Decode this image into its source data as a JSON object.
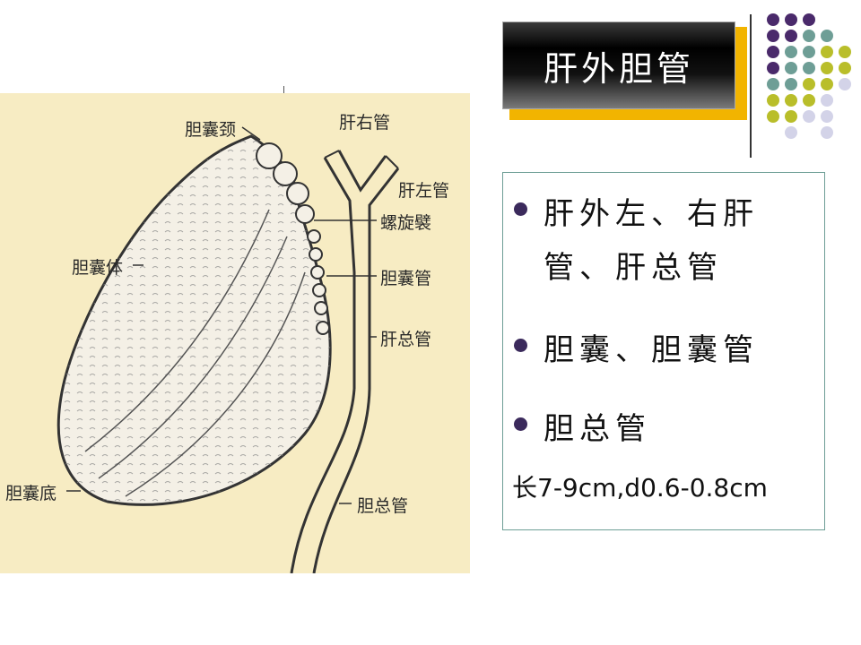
{
  "slide": {
    "title": "肝外胆管",
    "colors": {
      "title_bg": "#000000",
      "title_shadow": "#f2b400",
      "bullet": "#3b2a5c",
      "box_border": "#6e9e96",
      "figure_bg": "#f7ecc3"
    }
  },
  "figure": {
    "labels": {
      "gallbladder_neck": "胆囊颈",
      "right_hepatic_duct": "肝右管",
      "left_hepatic_duct": "肝左管",
      "spiral_fold": "螺旋襞",
      "cystic_duct": "胆囊管",
      "common_hepatic_duct": "肝总管",
      "gallbladder_body": "胆囊体",
      "gallbladder_fundus": "胆囊底",
      "common_bile_duct": "胆总管"
    }
  },
  "content": {
    "bullets": [
      "肝外左、右肝管、肝总管",
      "胆囊、胆囊管",
      "胆总管"
    ],
    "note": "长7-9cm,d0.6-0.8cm"
  },
  "decoration": {
    "dot_colors": [
      "#4a2a6b",
      "#6e9e96",
      "#b9be2a",
      "#d3d3e8"
    ]
  }
}
